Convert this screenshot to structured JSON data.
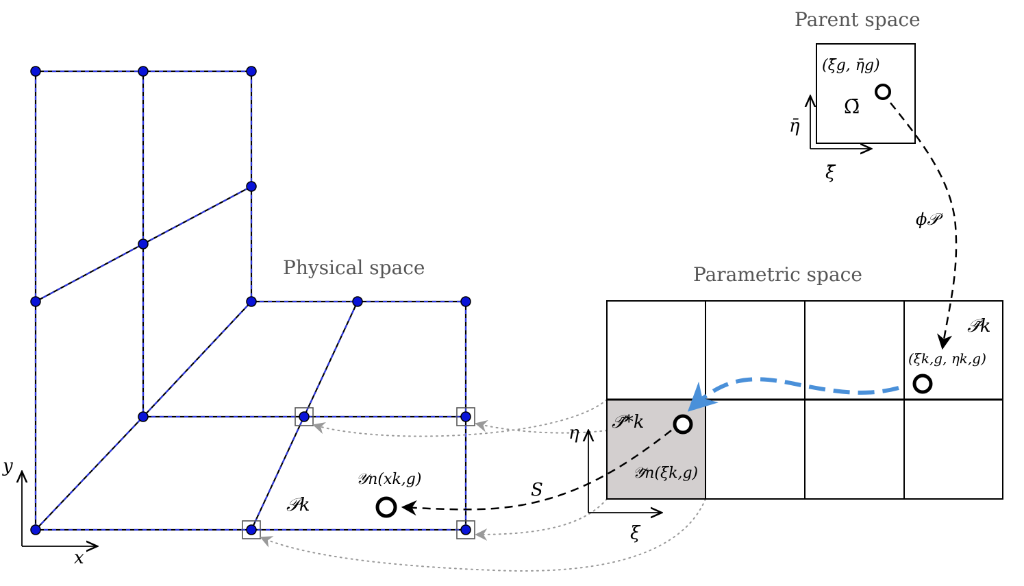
{
  "titles": {
    "parent_space": "Parent space",
    "physical_space": "Physical space",
    "parametric_space": "Parametric space"
  },
  "parent": {
    "point_label": "(ξ̄g, η̄g)",
    "domain_label": "Ω̄",
    "axis_eta": "η̄",
    "axis_xi": "ξ̄"
  },
  "mapping_label": "ϕ𝒫",
  "parametric": {
    "patch_label": "𝒫̃k",
    "point_label": "(ξk,g, ηk,g)",
    "subpatch_label": "𝒫̃*k",
    "field_label": "𝒴̃n(ξk,g)",
    "axis_eta": "η",
    "axis_xi": "ξ"
  },
  "physical": {
    "patch_label": "𝒫k",
    "field_label": "𝒴n(xk,g)",
    "axis_x": "x",
    "axis_y": "y"
  },
  "map_S_label": "S",
  "colors": {
    "mesh_node": "#0a14d8",
    "mesh_dash": "#2b35e0",
    "highlight_arrow": "#4a90d9",
    "shaded_cell": "#d3cfcf",
    "gray_arrow": "#999999"
  }
}
